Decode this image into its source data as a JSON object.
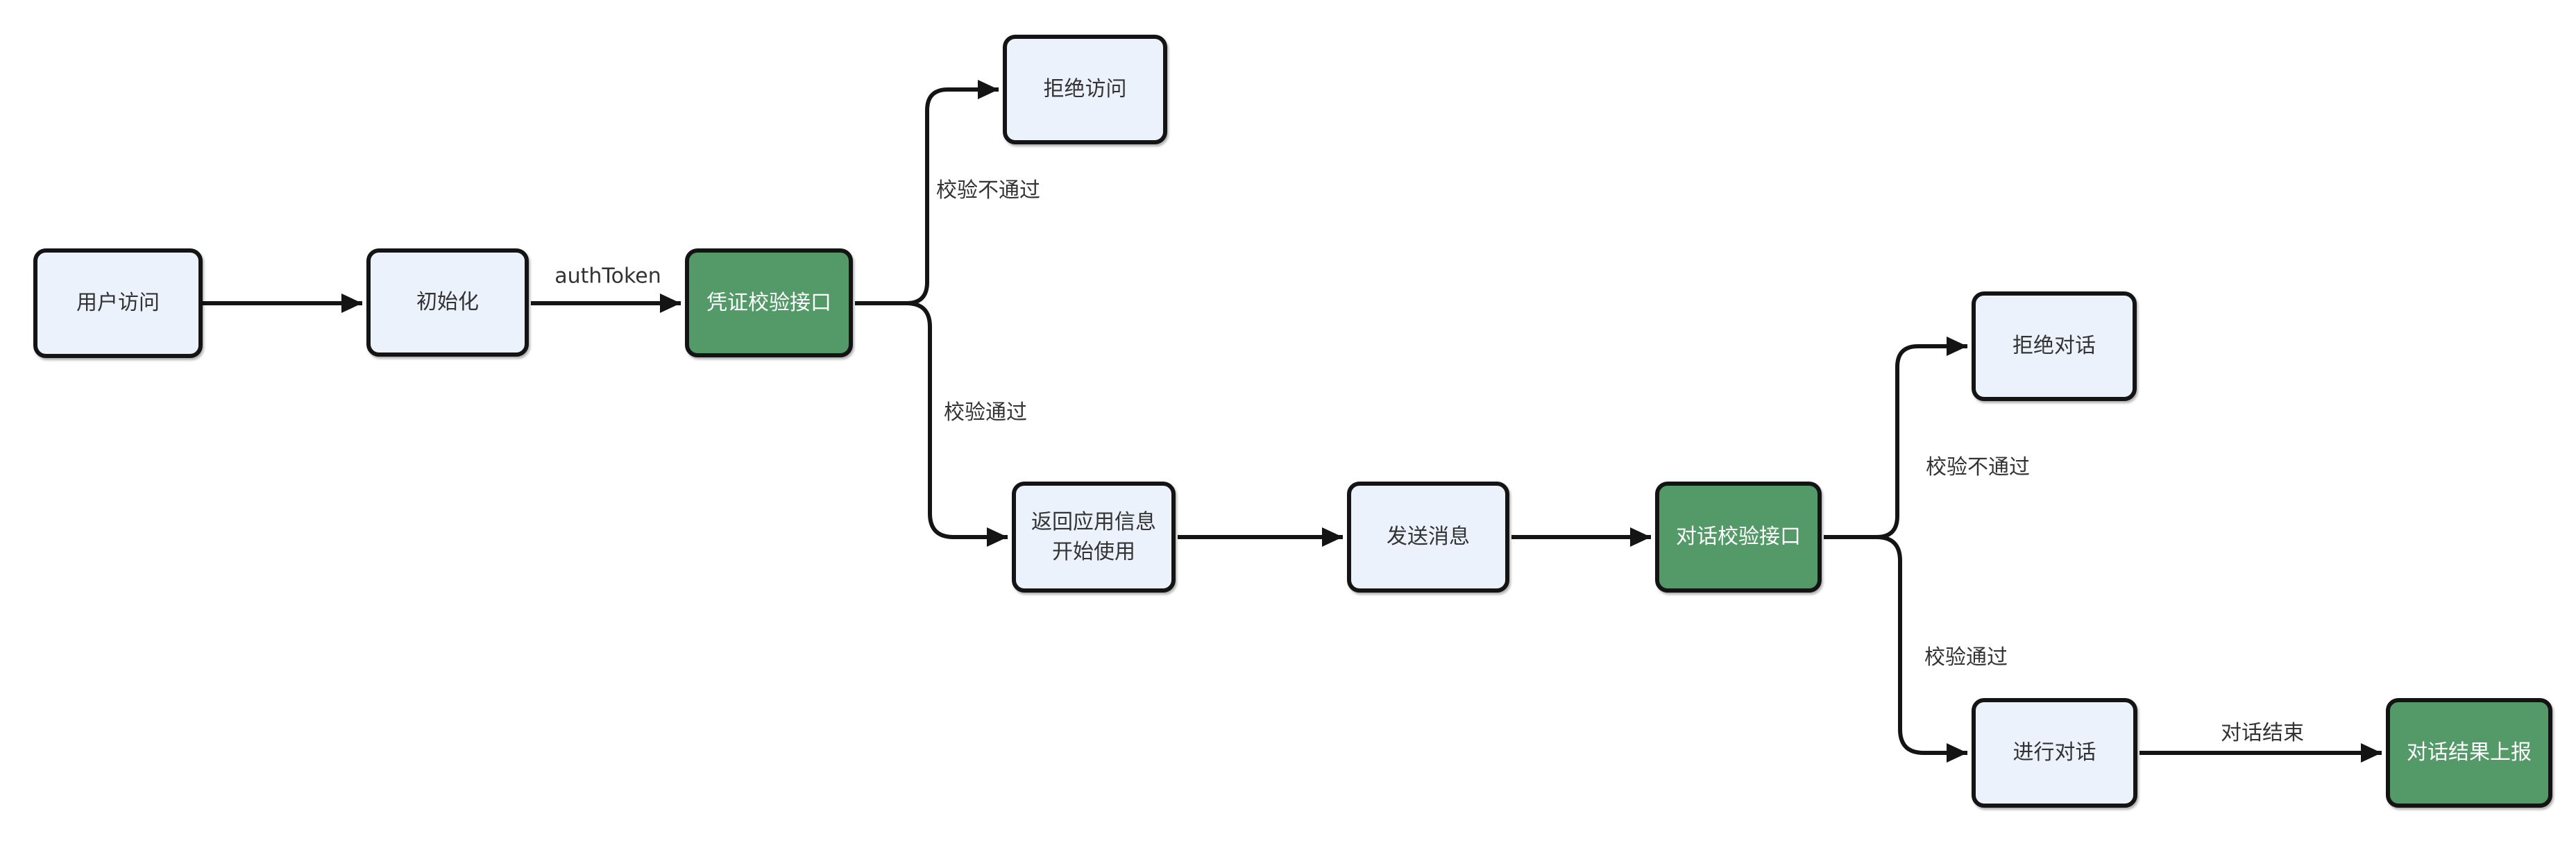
{
  "diagram": {
    "type": "flowchart-left-to-right",
    "colors": {
      "background": "#ffffff",
      "node_fill": "#ECF2FB",
      "node_border": "#141414",
      "highlight_fill": "#539A68",
      "highlight_text": "#ffffff",
      "text": "#333333",
      "edge": "#141414"
    },
    "nodes": [
      {
        "id": "user-access",
        "label": "用户访问",
        "variant": "default"
      },
      {
        "id": "init",
        "label": "初始化",
        "variant": "default"
      },
      {
        "id": "credential-check",
        "label": "凭证校验接口",
        "variant": "green"
      },
      {
        "id": "deny-access",
        "label": "拒绝访问",
        "variant": "default"
      },
      {
        "id": "return-app-info",
        "label": "返回应用信息\n开始使用",
        "variant": "default"
      },
      {
        "id": "send-message",
        "label": "发送消息",
        "variant": "default"
      },
      {
        "id": "dialog-check",
        "label": "对话校验接口",
        "variant": "green"
      },
      {
        "id": "deny-dialog",
        "label": "拒绝对话",
        "variant": "default"
      },
      {
        "id": "do-dialog",
        "label": "进行对话",
        "variant": "default"
      },
      {
        "id": "report-result",
        "label": "对话结果上报",
        "variant": "green"
      }
    ],
    "edge_labels": [
      {
        "id": "auth-token",
        "text": "authToken"
      },
      {
        "id": "check-fail-1",
        "text": "校验不通过"
      },
      {
        "id": "check-pass-1",
        "text": "校验通过"
      },
      {
        "id": "check-fail-2",
        "text": "校验不通过"
      },
      {
        "id": "check-pass-2",
        "text": "校验通过"
      },
      {
        "id": "dialog-end",
        "text": "对话结束"
      }
    ]
  }
}
